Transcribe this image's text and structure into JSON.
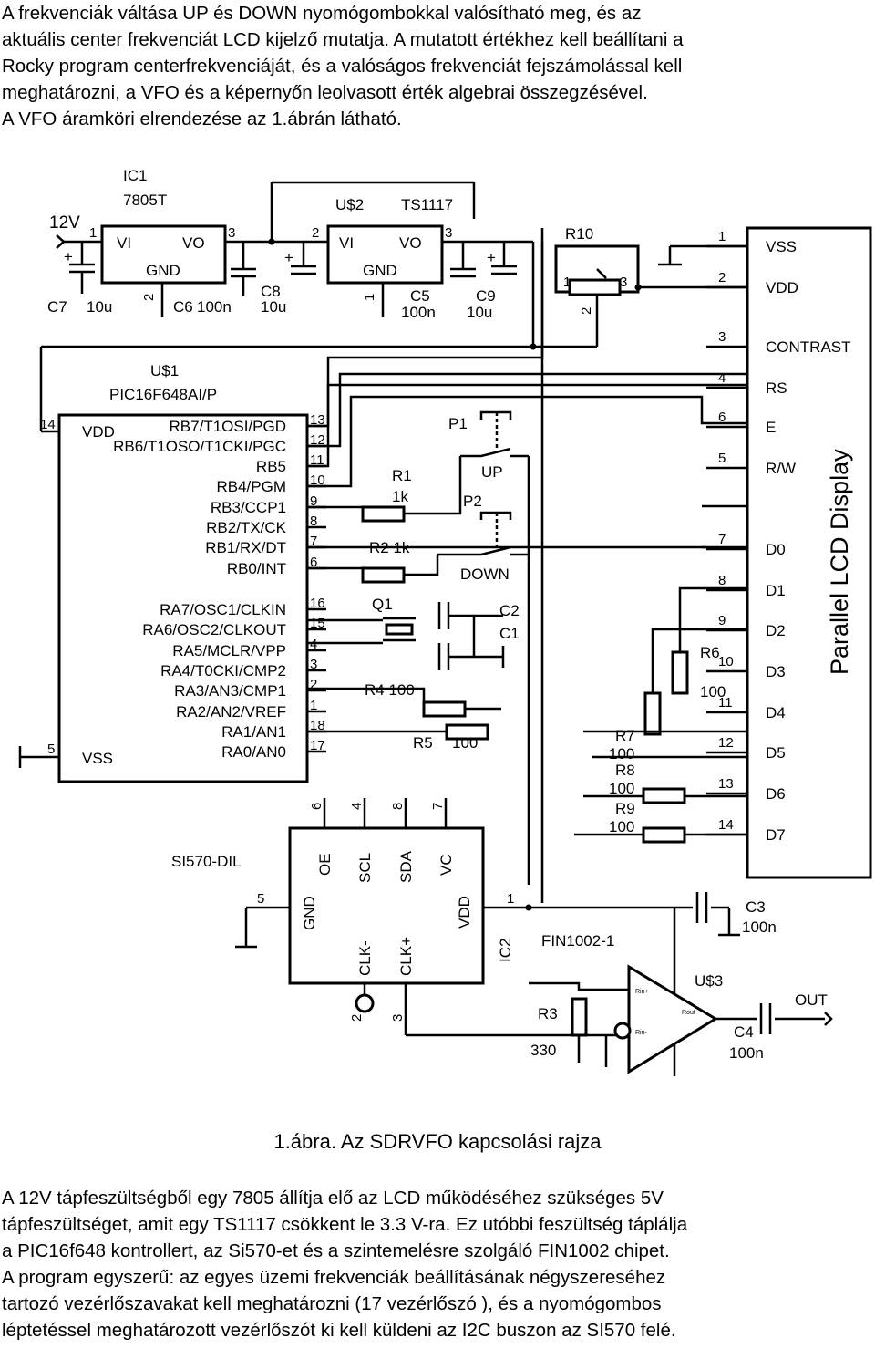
{
  "intro": {
    "lines": [
      "A frekvenciák váltása UP és DOWN nyomógombokkal valósítható meg, és az",
      "aktuális center frekvenciát LCD kijelző mutatja. A mutatott értékhez kell beállítani a",
      "Rocky program centerfrekvenciáját, és a valóságos frekvenciát fejszámolással kell",
      "meghatározni, a VFO és a képernyőn leolvasott érték algebrai összegzésével.",
      "A VFO áramköri elrendezése az 1.ábrán látható."
    ]
  },
  "schematic": {
    "ic1": {
      "name": "IC1",
      "type": "7805T",
      "vi": "VI",
      "vo": "VO",
      "gnd": "GND"
    },
    "us2": {
      "name": "U$2",
      "type": "TS1117",
      "vi": "VI",
      "vo": "VO",
      "gnd": "GND"
    },
    "supply": "12V",
    "caps": {
      "c7": "C7",
      "c7v": "10u",
      "c6": "C6",
      "c6v": "100n",
      "c8": "C8",
      "c8v": "10u",
      "c5": "C5",
      "c5v": "100n",
      "c9": "C9",
      "c9v": "10u",
      "c2": "C2",
      "c1": "C1",
      "c3": "C3",
      "c3v": "100n",
      "c4": "C4",
      "c4v": "100n"
    },
    "r10": "R10",
    "mcu": {
      "name": "U$1",
      "type": "PIC16F648AI/P",
      "vdd": "VDD",
      "vss": "VSS",
      "pin_vdd": "14",
      "pin_vss": "5",
      "pins": [
        {
          "label": "RB7/T1OSI/PGD",
          "num": "13"
        },
        {
          "label": "RB6/T1OSO/T1CKI/PGC",
          "num": "12"
        },
        {
          "label": "RB5",
          "num": "11"
        },
        {
          "label": "RB4/PGM",
          "num": "10"
        },
        {
          "label": "RB3/CCP1",
          "num": "9"
        },
        {
          "label": "RB2/TX/CK",
          "num": "8"
        },
        {
          "label": "RB1/RX/DT",
          "num": "7"
        },
        {
          "label": "RB0/INT",
          "num": "6"
        },
        {
          "label": "RA7/OSC1/CLKIN",
          "num": "16"
        },
        {
          "label": "RA6/OSC2/CLKOUT",
          "num": "15"
        },
        {
          "label": "RA5/MCLR/VPP",
          "num": "4"
        },
        {
          "label": "RA4/T0CKI/CMP2",
          "num": "3"
        },
        {
          "label": "RA3/AN3/CMP1",
          "num": "2"
        },
        {
          "label": "RA2/AN2/VREF",
          "num": "1"
        },
        {
          "label": "RA1/AN1",
          "num": "18"
        },
        {
          "label": "RA0/AN0",
          "num": "17"
        }
      ]
    },
    "buttons": {
      "p1": "P1",
      "up": "UP",
      "p2": "P2",
      "down": "DOWN"
    },
    "resistors": {
      "r1": "R1",
      "r1v": "1k",
      "r2": "R2 1k",
      "q1": "Q1",
      "r4": "R4 100",
      "r5": "R5",
      "r5v": "100",
      "r6": "R6",
      "r6v": "100",
      "r7": "R7",
      "r7v": "100",
      "r8": "R8",
      "r8v": "100",
      "r9": "R9",
      "r9v": "100",
      "r3": "R3",
      "r3v": "330"
    },
    "lcd": {
      "title": "Parallel LCD Display",
      "pins": [
        {
          "num": "1",
          "label": "VSS"
        },
        {
          "num": "2",
          "label": "VDD"
        },
        {
          "num": "3",
          "label": "CONTRAST"
        },
        {
          "num": "4",
          "label": "RS"
        },
        {
          "num": "6",
          "label": "E"
        },
        {
          "num": "5",
          "label": "R/W"
        },
        {
          "num": "7",
          "label": "D0"
        },
        {
          "num": "8",
          "label": "D1"
        },
        {
          "num": "9",
          "label": "D2"
        },
        {
          "num": "10",
          "label": "D3"
        },
        {
          "num": "11",
          "label": "D4"
        },
        {
          "num": "12",
          "label": "D5"
        },
        {
          "num": "13",
          "label": "D6"
        },
        {
          "num": "14",
          "label": "D7"
        }
      ]
    },
    "si570": {
      "name": "SI570-DIL",
      "oe": "OE",
      "scl": "SCL",
      "sda": "SDA",
      "vc": "VC",
      "gnd": "GND",
      "vdd": "VDD",
      "clkm": "CLK-",
      "clkp": "CLK+",
      "ic2": "IC2",
      "p_oe": "6",
      "p_scl": "4",
      "p_sda": "8",
      "p_vc": "7",
      "p_gnd": "5",
      "p_vdd": "1",
      "p_clkm": "2",
      "p_clkp": "3"
    },
    "fin": {
      "name": "FIN1002-1",
      "us3": "U$3",
      "rin_p": "Rin+",
      "rin_m": "Rin-",
      "rout": "Rout",
      "out": "OUT"
    }
  },
  "caption": "1.ábra. Az SDRVFO kapcsolási rajza",
  "outro": {
    "lines": [
      "A 12V tápfeszültségből egy 7805 állítja elő az LCD működéséhez szükséges 5V",
      "tápfeszültséget, amit egy TS1117  csökkent le 3.3 V-ra. Ez utóbbi feszültség táplálja",
      "a PIC16f648 kontrollert, az Si570-et és a szintemelésre szolgáló FIN1002 chipet.",
      "A program egyszerű: az egyes üzemi frekvenciák beállításának négyszereséhez",
      "tartozó vezérlőszavakat kell meghatározni (17 vezérlőszó ), és a nyomógombos",
      "léptetéssel meghatározott vezérlőszót ki kell küldeni az I2C buszon az SI570 felé."
    ]
  }
}
